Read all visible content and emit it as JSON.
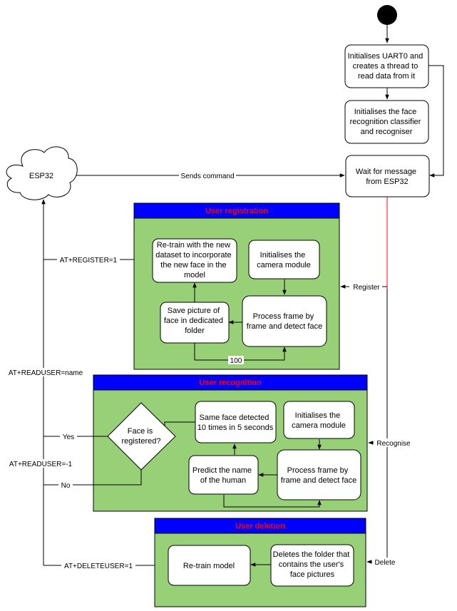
{
  "esp32": "ESP32",
  "steps": {
    "init_uart": [
      "Initialises UART0 and",
      "creates a thread to",
      "read data from it"
    ],
    "init_face": [
      "Initialises the face",
      "recognition classifier",
      "and recogniser"
    ],
    "wait": [
      "Wait for message",
      "from ESP32"
    ]
  },
  "registration": {
    "title": "User registration",
    "retrain": [
      "Re-train with the new",
      "dataset to incorporate",
      "the new face in the",
      "model"
    ],
    "init_camera": [
      "Initialises the",
      "camera module"
    ],
    "save_picture": [
      "Save picture of",
      "face in dedicated",
      "folder"
    ],
    "process": [
      "Process frame by",
      "frame and detect face"
    ],
    "loop_label": "100"
  },
  "recognition": {
    "title": "User recognition",
    "decision": [
      "Face is",
      "registered?"
    ],
    "same_face": [
      "Same face detected",
      "10 times in 5 seconds"
    ],
    "init_camera": [
      "Initialises the",
      "camera module"
    ],
    "predict": [
      "Predict the name",
      "of the human"
    ],
    "process": [
      "Process frame by",
      "frame and detect face"
    ],
    "yes": "Yes",
    "no": "No"
  },
  "deletion": {
    "title": "User deletion",
    "retrain": [
      "Re-train model"
    ],
    "delete_folder": [
      "Deletes the folder that",
      "contains the user's",
      "face pictures"
    ]
  },
  "edges": {
    "sends_command": "Sends command",
    "register": "Register",
    "recognise": "Recognise",
    "delete": "Delete",
    "at_register": "AT+REGISTER=1",
    "at_readuser_name": "AT+READUSER=name",
    "at_readuser_neg": "AT+READUSER=-1",
    "at_deleteuser": "AT+DELETEUSER=1"
  }
}
